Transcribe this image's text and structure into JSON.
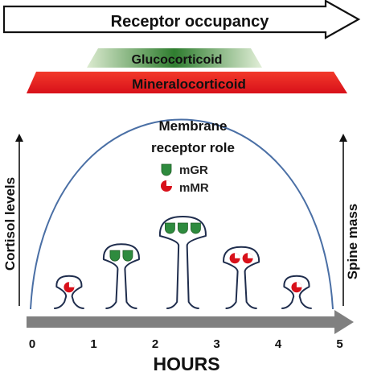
{
  "banners": {
    "occupancy": "Receptor occupancy",
    "gluco": "Glucocorticoid",
    "mineralo": "Mineralocorticoid"
  },
  "membrane": {
    "line1": "Membrane",
    "line2": "receptor role"
  },
  "legend": {
    "mgr": "mGR",
    "mmr": "mMR"
  },
  "axes": {
    "left": "Cortisol levels",
    "right": "Spine mass",
    "x": "HOURS",
    "ticks": [
      "0",
      "1",
      "2",
      "3",
      "4",
      "5"
    ]
  },
  "spines": [
    {
      "hour": 0.6,
      "mass": 0.18,
      "receptor": "mMR",
      "count": 1
    },
    {
      "hour": 1.45,
      "mass": 0.62,
      "receptor": "mGR",
      "count": 2
    },
    {
      "hour": 2.45,
      "mass": 1.0,
      "receptor": "mGR",
      "count": 3
    },
    {
      "hour": 3.4,
      "mass": 0.58,
      "receptor": "mMR",
      "count": 2
    },
    {
      "hour": 4.3,
      "mass": 0.18,
      "receptor": "mMR",
      "count": 1
    }
  ],
  "colors": {
    "curve": "#4a6fa5",
    "spine": "#1f2d4d",
    "mgr": "#2e8b3e",
    "mmr": "#d8101a",
    "mineralo": "#e8151a",
    "gluco_dark": "#2f7d2f",
    "gluco_light": "#d8ebc9",
    "axis_arrow": "#808080"
  }
}
